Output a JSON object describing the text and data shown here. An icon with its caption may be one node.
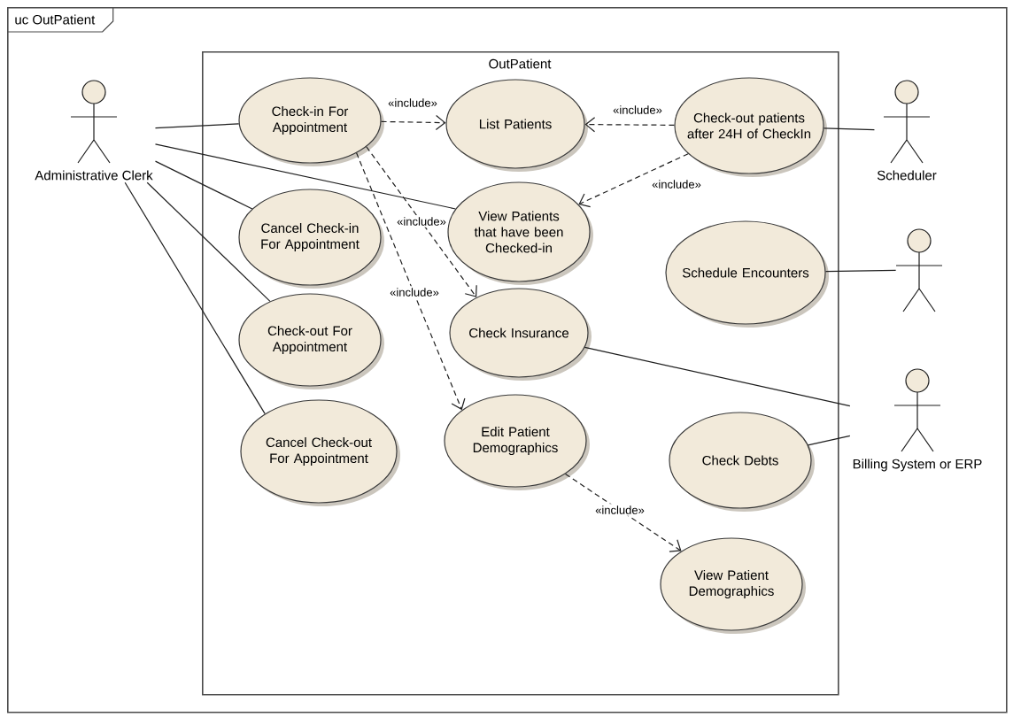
{
  "diagram": {
    "nodes": [
      {
        "text": [
          "uc OutPatient"
        ]
      },
      {
        "text": [
          "Administrative Clerk"
        ],
        "in": 0
      },
      {
        "text": [
          "OutPatient"
        ],
        "in": 0
      },
      {
        "text": [
          "Check-in For Appointment"
        ],
        "in": 2
      },
      {
        "text": [
          "List Patients"
        ],
        "in": 2
      },
      {
        "text": [
          "Check-out patients after 24H of CheckIn"
        ],
        "in": 2
      },
      {
        "text": [
          "Cancel Check-in For Appointment"
        ],
        "in": 2
      },
      {
        "text": [
          "View Patients that have been Checked-in"
        ],
        "in": 2
      },
      {
        "text": [
          "Schedule Encounters"
        ],
        "in": 2
      },
      {
        "text": [
          "Check-out For Appointment"
        ],
        "in": 2
      },
      {
        "text": [
          "Check Insurance"
        ],
        "in": 2
      },
      {
        "text": [
          "Cancel Check-out For Appointment"
        ],
        "in": 2
      },
      {
        "text": [
          "Edit Patient Demographics"
        ],
        "in": 2
      },
      {
        "text": [
          "Check Debts"
        ],
        "in": 2
      },
      {
        "text": [
          "View Patient Demographics"
        ],
        "in": 2
      },
      {
        "text": [
          "Scheduler"
        ],
        "in": 0
      },
      {
        "text": [],
        "shape": "person",
        "in": 0
      },
      {
        "text": [
          "Billing System or ERP"
        ],
        "in": 0
      }
    ],
    "edges": [
      {
        "from": 1,
        "to": 3,
        "arrow": "none"
      },
      {
        "from": 1,
        "to": 6,
        "arrow": "none"
      },
      {
        "from": 1,
        "to": 7,
        "arrow": "none"
      },
      {
        "from": 1,
        "to": 9,
        "arrow": "none"
      },
      {
        "from": 1,
        "to": 11,
        "arrow": "none"
      },
      {
        "from": 3,
        "to": 4,
        "arrow": "to",
        "style": "dashed",
        "label": "«include»"
      },
      {
        "from": 3,
        "to": 10,
        "arrow": "to",
        "style": "dashed",
        "label": "«include»"
      },
      {
        "from": 3,
        "to": 12,
        "arrow": "to",
        "style": "dashed",
        "label": "«include»"
      },
      {
        "from": 5,
        "to": 4,
        "arrow": "to",
        "style": "dashed",
        "label": "«include»"
      },
      {
        "from": 5,
        "to": 7,
        "arrow": "to",
        "style": "dashed",
        "label": "«include»"
      },
      {
        "from": 15,
        "to": 5,
        "arrow": "none"
      },
      {
        "from": 16,
        "to": 8,
        "arrow": "none"
      },
      {
        "from": 17,
        "to": 10,
        "arrow": "none"
      },
      {
        "from": 17,
        "to": 13,
        "arrow": "none"
      },
      {
        "from": 12,
        "to": 14,
        "arrow": "to",
        "style": "dashed",
        "label": "«include»"
      }
    ]
  }
}
